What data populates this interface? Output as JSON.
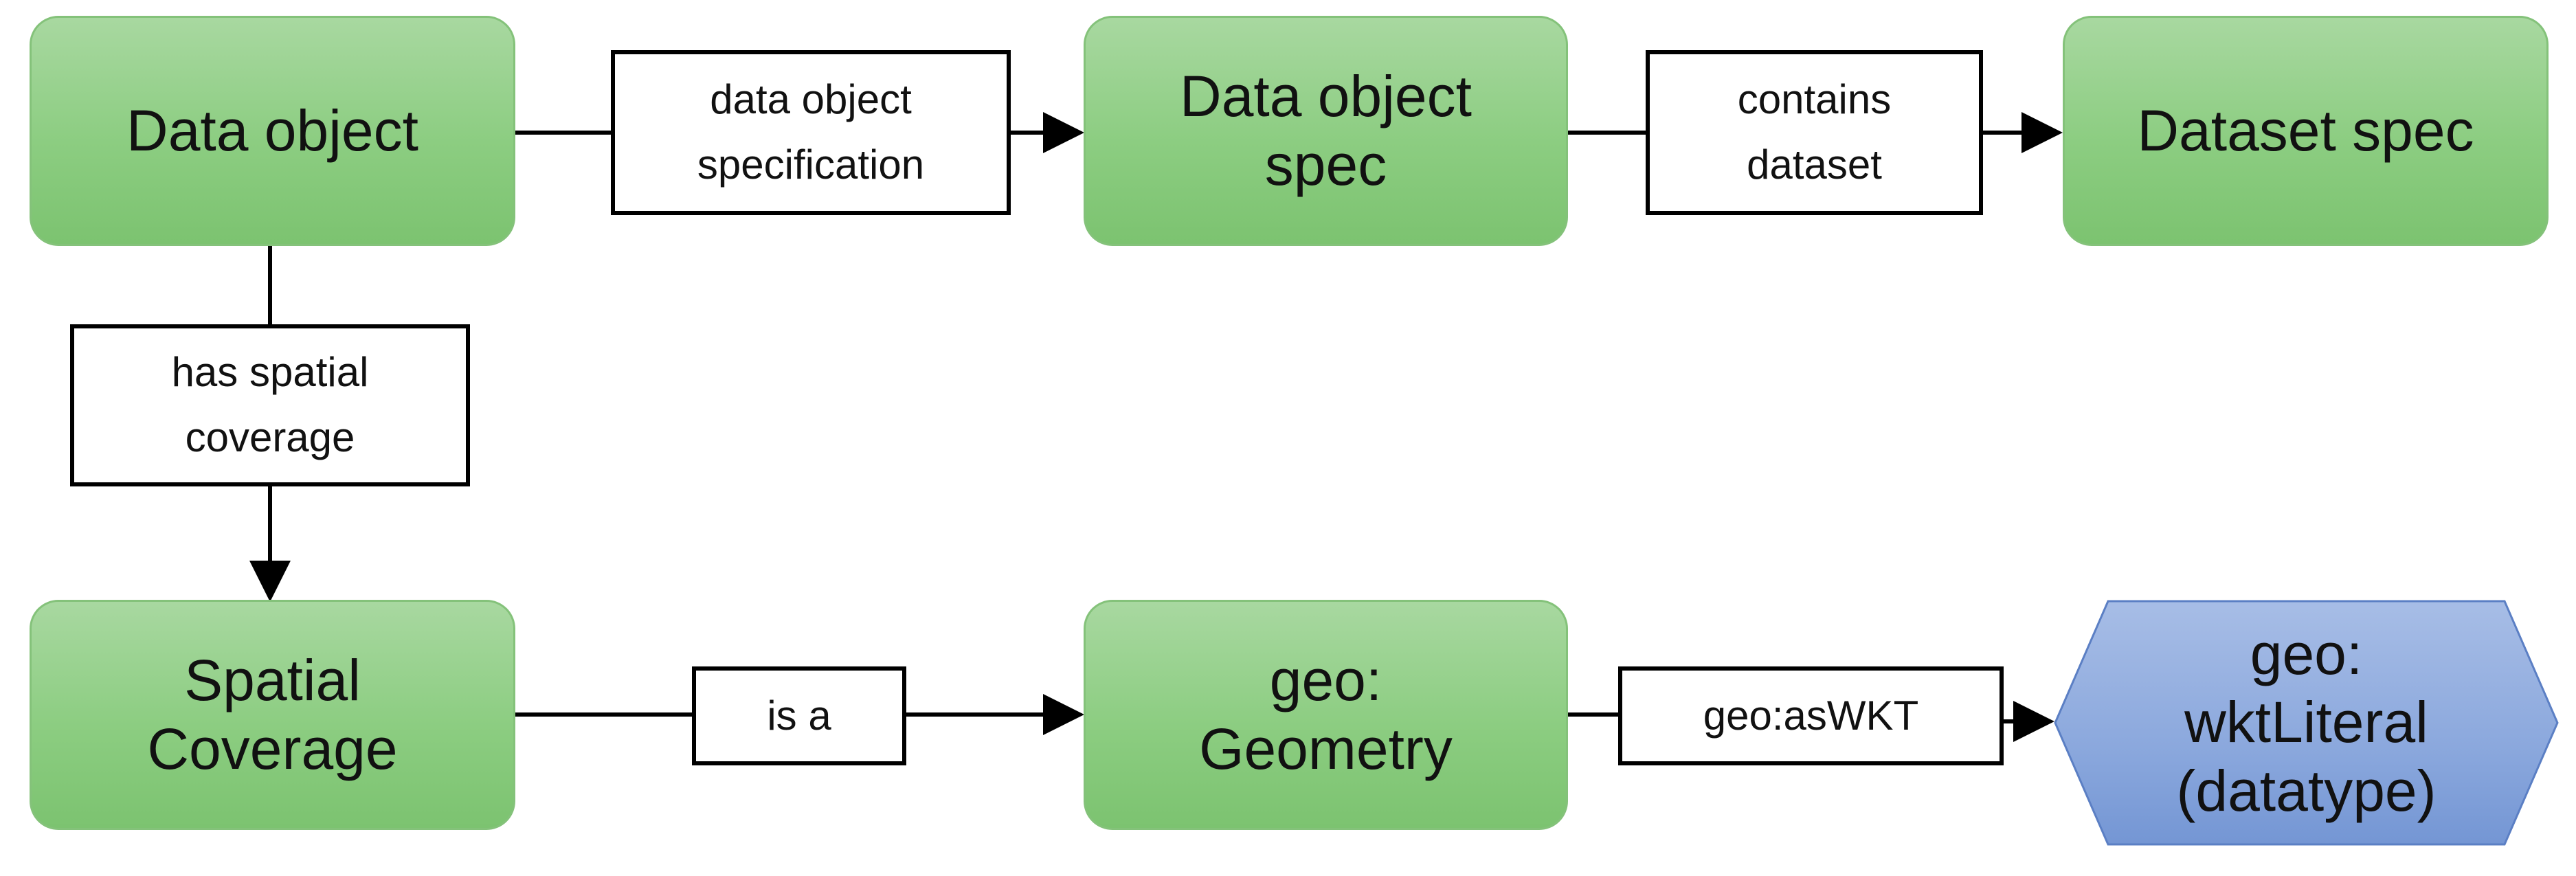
{
  "nodes": {
    "data_object": "Data object",
    "data_object_spec": "Data object\nspec",
    "dataset_spec": "Dataset spec",
    "spatial_coverage": "Spatial\nCoverage",
    "geo_geometry": "geo:\nGeometry",
    "geo_wktliteral": "geo:\nwktLiteral\n(datatype)"
  },
  "edge_labels": {
    "data_object_specification": "data object\nspecification",
    "contains_dataset": "contains\ndataset",
    "has_spatial_coverage": "has spatial\ncoverage",
    "is_a": "is a",
    "geo_as_wkt": "geo:asWKT"
  },
  "colors": {
    "node_fill": "#8ccd81",
    "node_border": "#84c27a",
    "datatype_fill": "#89a6dc",
    "datatype_border": "#5b7fc4",
    "edge": "#000000"
  }
}
